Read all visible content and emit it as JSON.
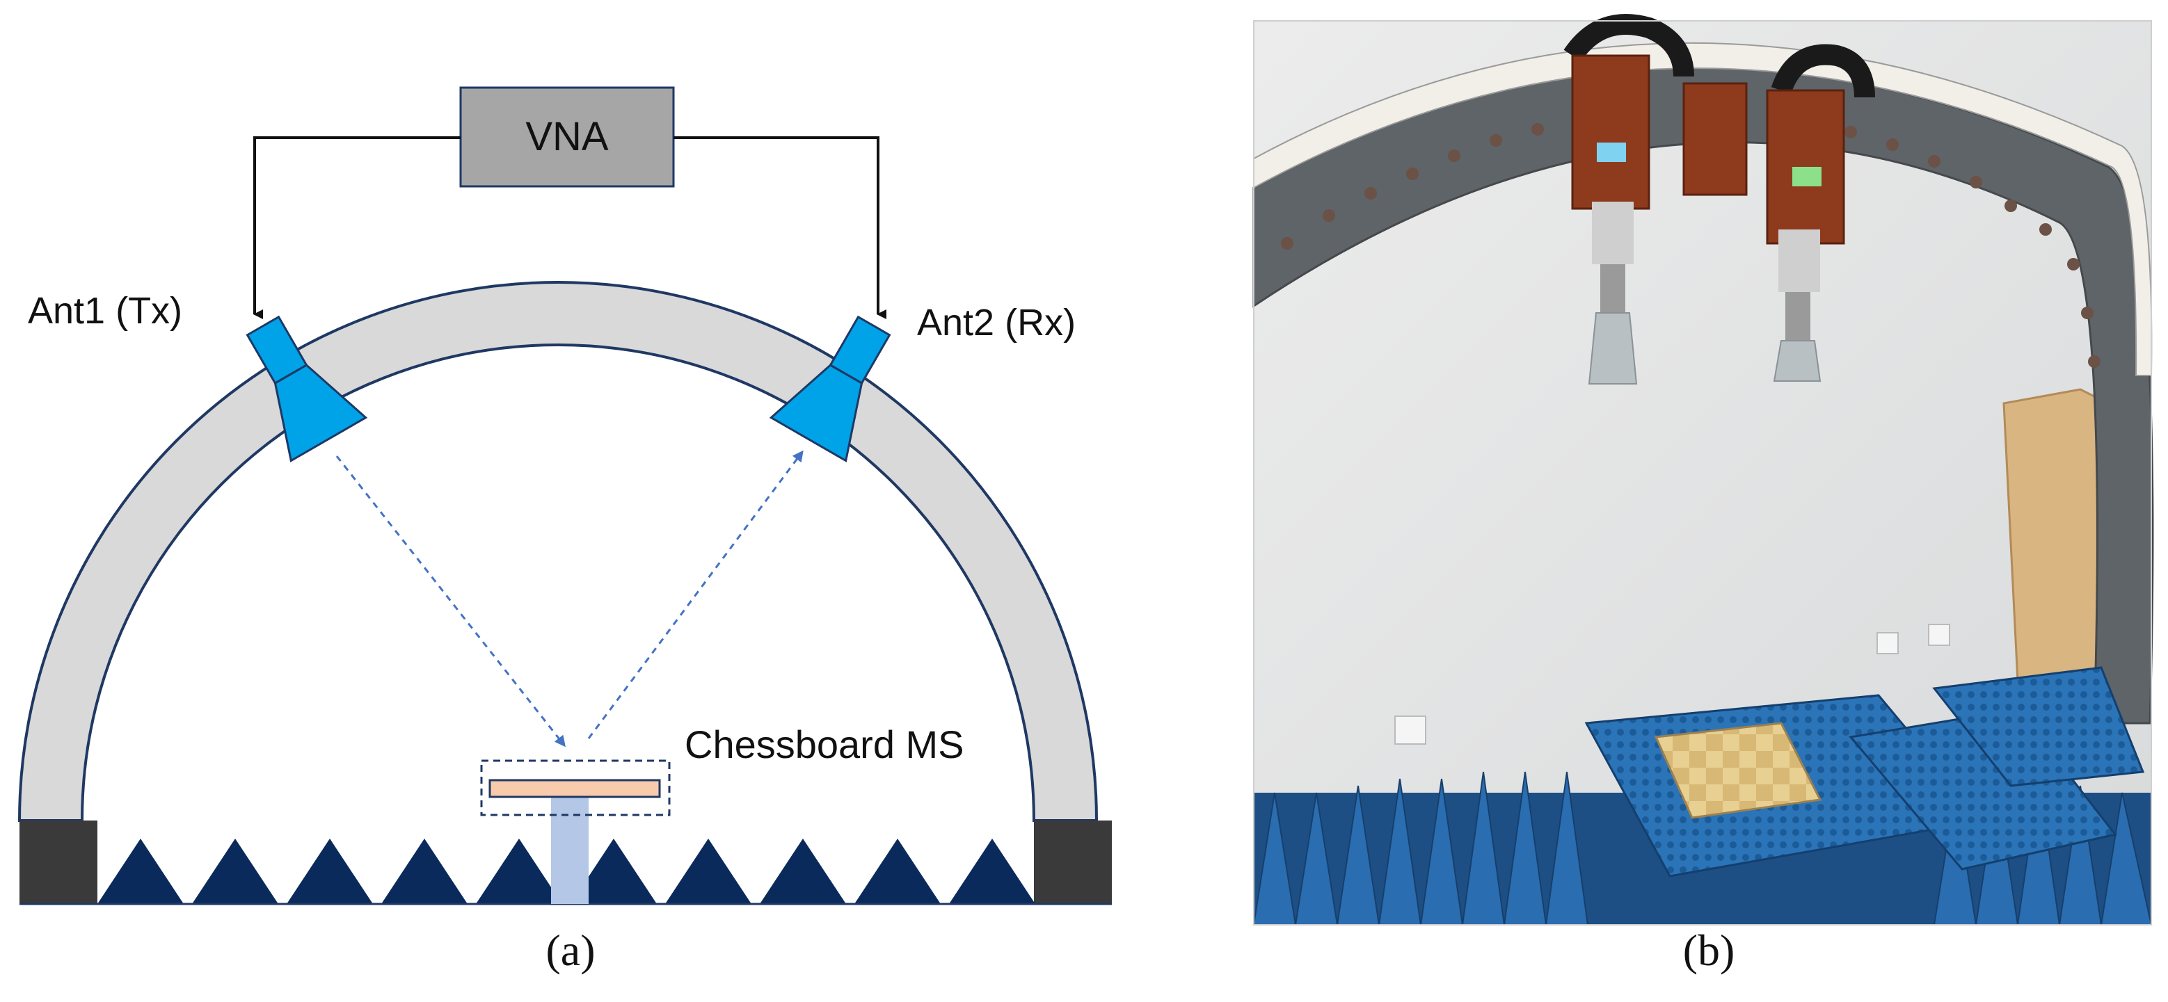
{
  "panel_a": {
    "vna_label": "VNA",
    "ant1_label": "Ant1 (Tx)",
    "ant2_label": "Ant2 (Rx)",
    "ms_label": "Chessboard MS",
    "caption": "(a)"
  },
  "panel_b": {
    "caption": "(b)"
  },
  "colors": {
    "arch_fill": "#d9d9d9",
    "arch_stroke": "#1f3864",
    "vna_fill": "#a6a6a6",
    "antenna": "#00a2e8",
    "absorber": "#0b2a5c",
    "base_block": "#3a3a3a",
    "plate": "#f8cbad",
    "post": "#b4c7e7",
    "beam": "#4472c4"
  }
}
